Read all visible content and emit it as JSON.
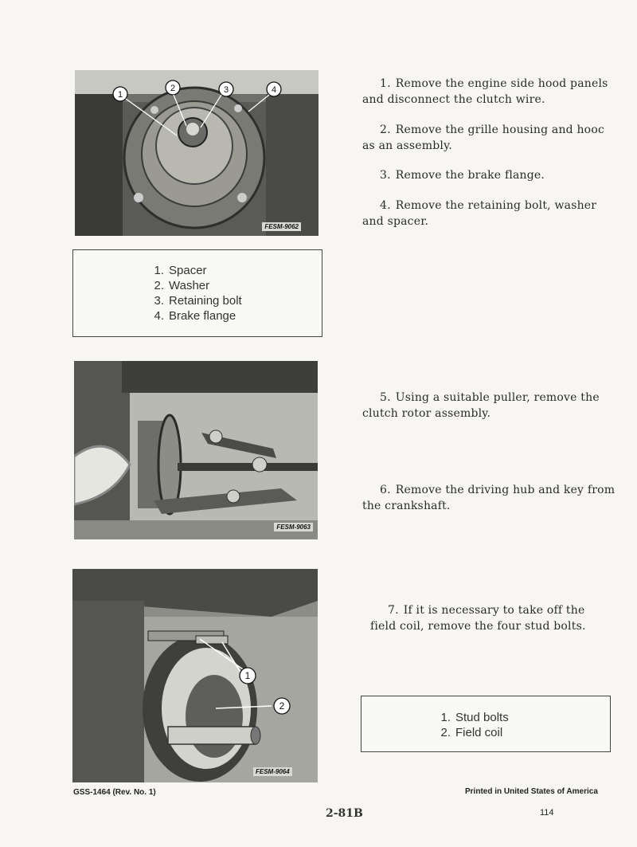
{
  "figures": [
    {
      "label": "FESM-9062",
      "callouts": [
        "1",
        "2",
        "3",
        "4"
      ]
    },
    {
      "label": "FESM-9063"
    },
    {
      "label": "FESM-9064",
      "callouts": [
        "1",
        "2"
      ]
    }
  ],
  "steps": [
    {
      "num": "1.",
      "text": "Remove the engine side hood panels and disconnect the clutch wire."
    },
    {
      "num": "2.",
      "text": "Remove the grille housing and hooc as an assembly."
    },
    {
      "num": "3.",
      "text": "Remove the brake flange."
    },
    {
      "num": "4.",
      "text": "Remove the retaining bolt, washer and spacer."
    },
    {
      "num": "5.",
      "text": "Using a suitable puller, remove the clutch rotor assembly."
    },
    {
      "num": "6.",
      "text": "Remove the driving hub and key from the crankshaft."
    },
    {
      "num": "7.",
      "text": "If it is necessary to take off the field coil, remove the four stud bolts."
    }
  ],
  "legend1": [
    {
      "n": "1.",
      "text": "Spacer"
    },
    {
      "n": "2.",
      "text": "Washer"
    },
    {
      "n": "3.",
      "text": "Retaining bolt"
    },
    {
      "n": "4.",
      "text": "Brake flange"
    }
  ],
  "legend2": [
    {
      "n": "1.",
      "text": "Stud bolts"
    },
    {
      "n": "2.",
      "text": "Field coil"
    }
  ],
  "footer": {
    "left": "GSS-1464 (Rev. No. 1)",
    "right": "Printed in United States of America",
    "page_code": "2-81B",
    "page_number": "114"
  }
}
